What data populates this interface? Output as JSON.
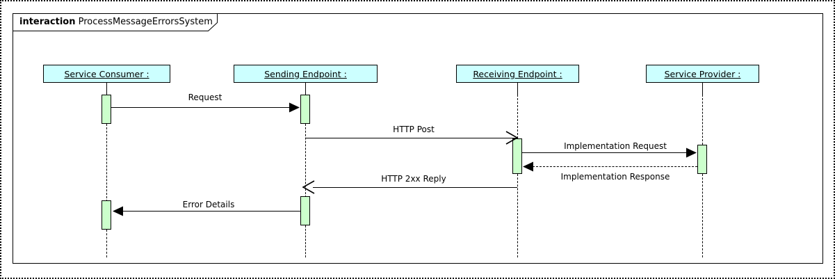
{
  "frame": {
    "kind": "interaction",
    "name": "ProcessMessageErrorsSystem"
  },
  "colors": {
    "lifeline_head_fill": "#ccffff",
    "activation_fill": "#ccffcc",
    "stroke": "#000000",
    "background": "#ffffff"
  },
  "lifelines": [
    {
      "id": "service-consumer",
      "label": "Service Consumer  :"
    },
    {
      "id": "sending-endpoint",
      "label": "Sending Endpoint  :"
    },
    {
      "id": "receiving-endpoint",
      "label": "Receiving Endpoint  :"
    },
    {
      "id": "service-provider",
      "label": "Service Provider  :"
    }
  ],
  "messages": [
    {
      "id": "request",
      "label": "Request",
      "from": "service-consumer",
      "to": "sending-endpoint",
      "style": "solid",
      "arrow": "filled",
      "direction": "right"
    },
    {
      "id": "http-post",
      "label": "HTTP Post",
      "from": "sending-endpoint",
      "to": "receiving-endpoint",
      "style": "solid",
      "arrow": "open",
      "direction": "right"
    },
    {
      "id": "implementation-request",
      "label": "Implementation Request",
      "from": "receiving-endpoint",
      "to": "service-provider",
      "style": "solid",
      "arrow": "filled",
      "direction": "right"
    },
    {
      "id": "implementation-response",
      "label": "Implementation Response",
      "from": "service-provider",
      "to": "receiving-endpoint",
      "style": "dashed",
      "arrow": "filled",
      "direction": "left"
    },
    {
      "id": "http-2xx-reply",
      "label": "HTTP 2xx Reply",
      "from": "receiving-endpoint",
      "to": "sending-endpoint",
      "style": "solid",
      "arrow": "open",
      "direction": "left"
    },
    {
      "id": "error-details",
      "label": "Error Details",
      "from": "sending-endpoint",
      "to": "service-consumer",
      "style": "solid",
      "arrow": "filled",
      "direction": "left"
    }
  ]
}
